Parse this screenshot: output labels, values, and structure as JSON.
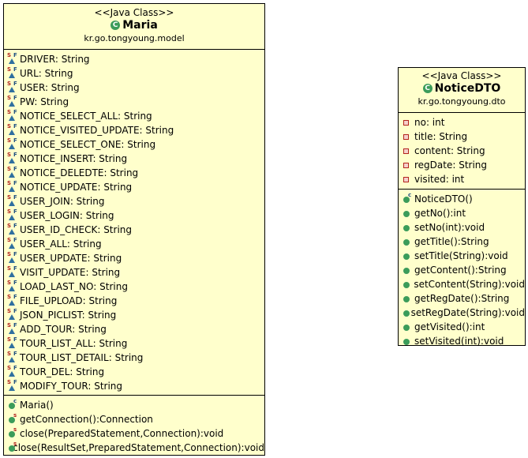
{
  "maria": {
    "stereotype": "<<Java Class>>",
    "name": "Maria",
    "package": "kr.go.tongyoung.model",
    "fields": [
      "DRIVER: String",
      "URL: String",
      "USER: String",
      "PW: String",
      "NOTICE_SELECT_ALL: String",
      "NOTICE_VISITED_UPDATE: String",
      "NOTICE_SELECT_ONE: String",
      "NOTICE_INSERT: String",
      "NOTICE_DELEDTE: String",
      "NOTICE_UPDATE: String",
      "USER_JOIN: String",
      "USER_LOGIN: String",
      "USER_ID_CHECK: String",
      "USER_ALL: String",
      "USER_UPDATE: String",
      "VISIT_UPDATE: String",
      "LOAD_LAST_NO: String",
      "FILE_UPLOAD: String",
      "JSON_PICLIST: String",
      "ADD_TOUR: String",
      "TOUR_LIST_ALL: String",
      "TOUR_LIST_DETAIL: String",
      "TOUR_DEL: String",
      "MODIFY_TOUR: String"
    ],
    "methods": [
      {
        "label": "Maria()",
        "mark": "c"
      },
      {
        "label": "getConnection():Connection",
        "mark": "s"
      },
      {
        "label": "close(PreparedStatement,Connection):void",
        "mark": "s"
      },
      {
        "label": "close(ResultSet,PreparedStatement,Connection):void",
        "mark": "s"
      }
    ]
  },
  "notice": {
    "stereotype": "<<Java Class>>",
    "name": "NoticeDTO",
    "package": "kr.go.tongyoung.dto",
    "fields": [
      "no: int",
      "title: String",
      "content: String",
      "regDate: String",
      "visited: int"
    ],
    "methods": [
      {
        "label": "NoticeDTO()",
        "mark": "c"
      },
      {
        "label": "getNo():int",
        "mark": ""
      },
      {
        "label": "setNo(int):void",
        "mark": ""
      },
      {
        "label": "getTitle():String",
        "mark": ""
      },
      {
        "label": "setTitle(String):void",
        "mark": ""
      },
      {
        "label": "getContent():String",
        "mark": ""
      },
      {
        "label": "setContent(String):void",
        "mark": ""
      },
      {
        "label": "getRegDate():String",
        "mark": ""
      },
      {
        "label": "setRegDate(String):void",
        "mark": ""
      },
      {
        "label": "getVisited():int",
        "mark": ""
      },
      {
        "label": "setVisited(int):void",
        "mark": ""
      }
    ]
  },
  "class_icon_letter": "C"
}
